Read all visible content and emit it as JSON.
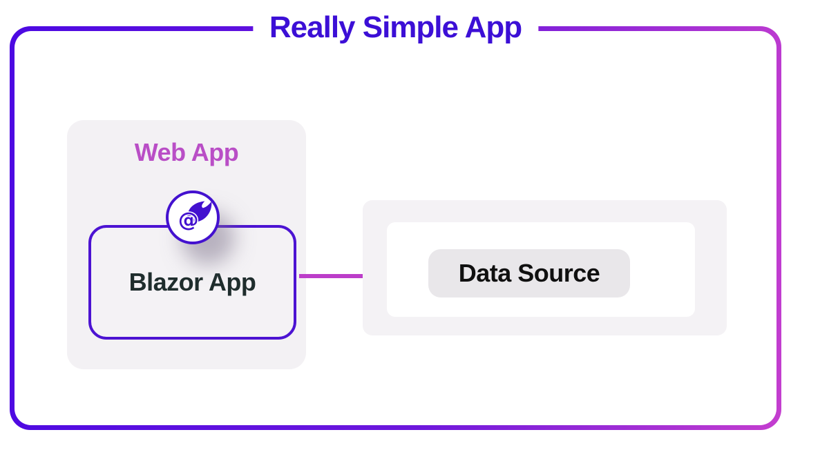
{
  "title": "Really Simple App",
  "web_app": {
    "label": "Web App",
    "app_label": "Blazor App"
  },
  "data_source": {
    "label": "Data Source"
  },
  "icons": {
    "blazor": "blazor-flame-at-icon",
    "arrow": "right-arrow-icon"
  },
  "colors": {
    "title_text": "#3c0fd6",
    "frame_border_start": "#4c09e2",
    "frame_border_end": "#c43ecf",
    "frame_shadow": "#000000",
    "web_app_label": "#b94ec6",
    "blazor_box_border": "#4c13d2",
    "blazor_label": "#1f2d2d",
    "group_background": "#f3f1f4",
    "panel_background": "#ffffff",
    "pill_background": "#e9e7ea",
    "data_source_label": "#101010",
    "arrow": "#bc3dc9",
    "blazor_icon": "#4311cf"
  }
}
